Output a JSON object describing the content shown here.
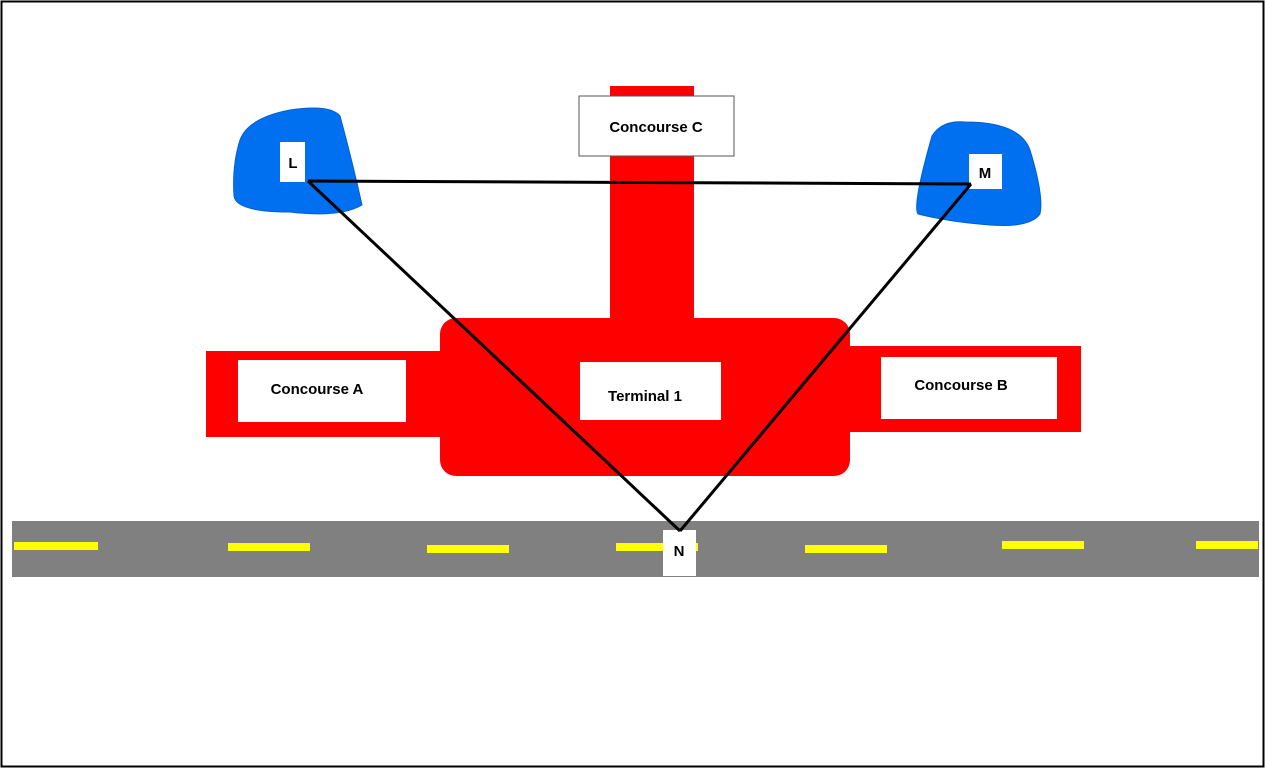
{
  "labels": {
    "concourse_c": "Concourse C",
    "concourse_a": "Concourse A",
    "concourse_b": "Concourse B",
    "terminal": "Terminal 1",
    "point_l": "L",
    "point_m": "M",
    "point_n": "N"
  },
  "colors": {
    "building": "#ff0000",
    "lot": "#0070f0",
    "road": "#808080",
    "road_marking": "#ffff00",
    "label_box": "#ffffff",
    "line": "#000000"
  }
}
